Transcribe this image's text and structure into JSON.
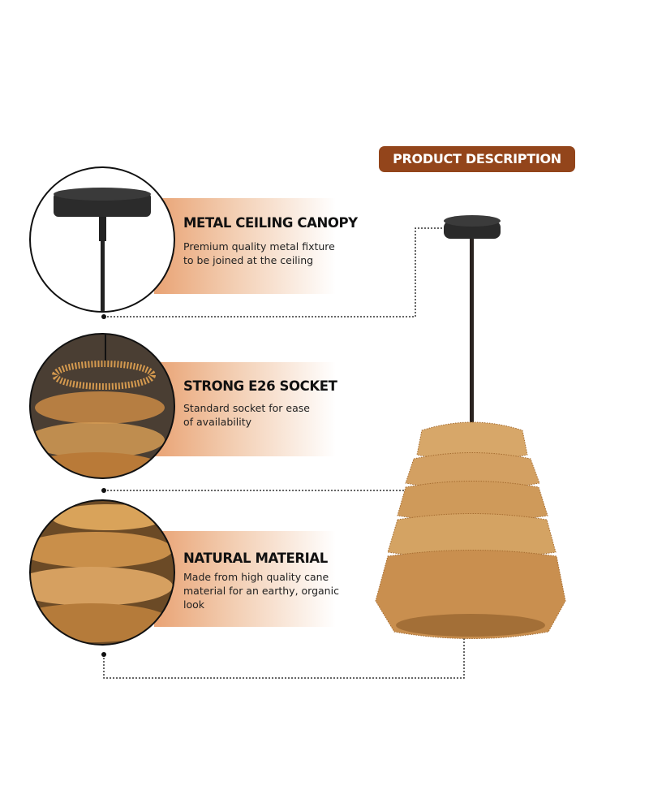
{
  "badge": "PRODUCT DESCRIPTION",
  "features": [
    {
      "title": "METAL CEILING CANOPY",
      "desc_lines": [
        "Premium quality metal fixture",
        "to be joined at the ceiling"
      ]
    },
    {
      "title": "STRONG E26 SOCKET",
      "desc_lines": [
        "Standard socket for ease",
        "of availability"
      ]
    },
    {
      "title": "NATURAL MATERIAL",
      "desc_lines": [
        "Made from high quality cane",
        "material for an earthy, organic",
        "look"
      ]
    }
  ],
  "colors": {
    "accent": "#93451b",
    "rattan": "#c9914f"
  }
}
